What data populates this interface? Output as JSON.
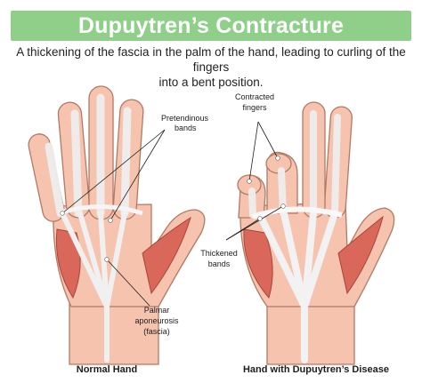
{
  "title": "Dupuytren’s Contracture",
  "subtitle_lines": [
    "A thickening of the fascia in the palm of the hand, leading to curling of the fingers",
    "into a bent position."
  ],
  "left_hand": {
    "caption": "Normal Hand",
    "labels": {
      "pretendinous_1": "Pretendinous",
      "pretendinous_2": "bands",
      "palmar_1": "Palmar",
      "palmar_2": "aponeurosis",
      "palmar_3": "(fascia)"
    }
  },
  "right_hand": {
    "caption": "Hand with Dupuytren’s Disease",
    "labels": {
      "contracted_1": "Contracted",
      "contracted_2": "fingers",
      "thickened_1": "Thickened",
      "thickened_2": "bands"
    }
  },
  "colors": {
    "banner": "#8fcf8a",
    "skin": "#f6c3ae",
    "muscle": "#d9685a",
    "fascia": "#f0f0f0"
  }
}
